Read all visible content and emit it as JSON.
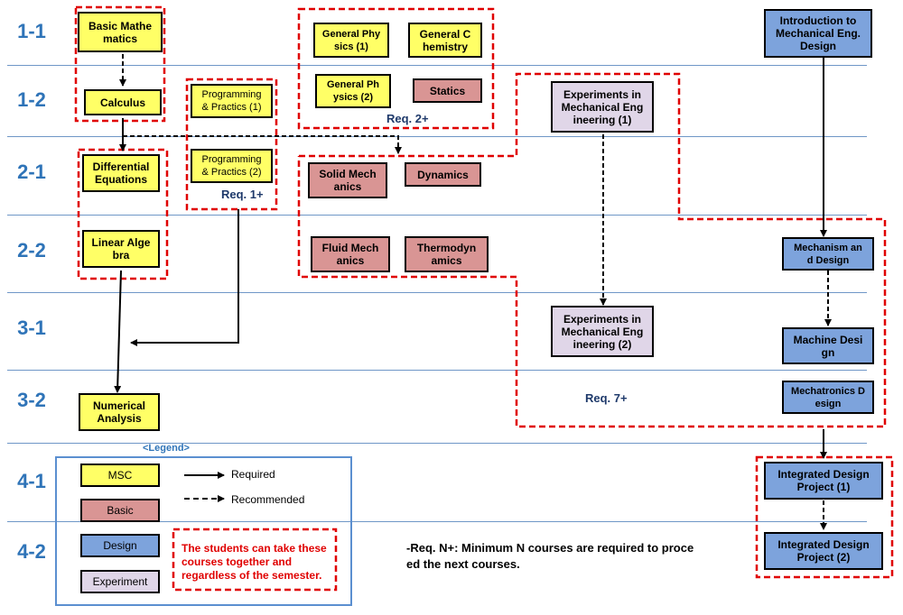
{
  "semesters": [
    "1-1",
    "1-2",
    "2-1",
    "2-2",
    "3-1",
    "3-2",
    "4-1",
    "4-2"
  ],
  "courses": {
    "basic_math": "Basic Mathe\nmatics",
    "calculus": "Calculus",
    "diff_eq": "Differential\nEquations",
    "linear_alg": "Linear Alge\nbra",
    "numerical": "Numerical\nAnalysis",
    "prog1": "Programming\n& Practics (1)",
    "prog2": "Programming\n& Practics (2)",
    "gen_phys1": "General Phy\nsics (1)",
    "gen_chem": "General C\nhemistry",
    "gen_phys2": "General Ph\nysics (2)",
    "statics": "Statics",
    "solid_mech": "Solid Mech\nanics",
    "dynamics": "Dynamics",
    "fluid_mech": "Fluid Mech\nanics",
    "thermo": "Thermodyn\namics",
    "exp1": "Experiments in\nMechanical Eng\nineering (1)",
    "exp2": "Experiments in\nMechanical Eng\nineering (2)",
    "intro_design": "Introduction to\nMechanical Eng.\nDesign",
    "mechanism": "Mechanism an\nd Design",
    "machine": "Machine Desi\ngn",
    "mechatronics": "Mechatronics D\nesign",
    "idp1": "Integrated Design\nProject (1)",
    "idp2": "Integrated Design\nProject (2)"
  },
  "requirements": {
    "req1": "Req. 1+",
    "req2": "Req. 2+",
    "req7": "Req. 7+"
  },
  "legend": {
    "title": "<Legend>",
    "msc": "MSC",
    "basic": "Basic",
    "design": "Design",
    "experiment": "Experiment",
    "required": "Required",
    "recommended": "Recommended",
    "note": "The students can take these\ncourses together and\nregardless of the semester."
  },
  "footnote": "-Req. N+: Minimum N courses are required to proce\ned the next courses.",
  "colors": {
    "msc": "#ffff66",
    "basic": "#d99594",
    "design": "#7da3dc",
    "experiment": "#e0d6e8",
    "semester_label": "#2f74b8",
    "group_border": "#e00000"
  }
}
